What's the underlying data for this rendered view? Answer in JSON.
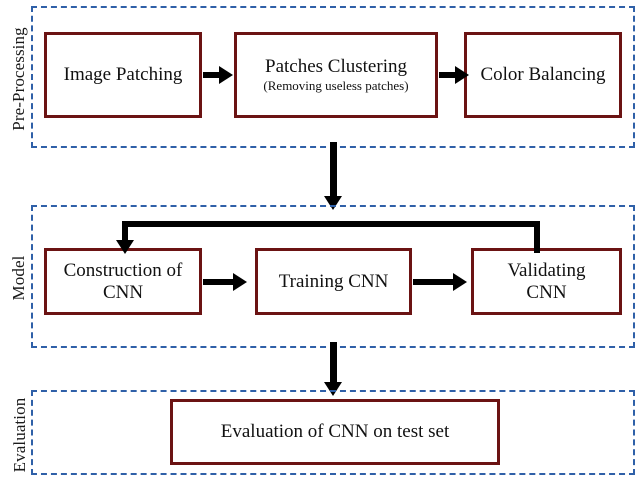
{
  "diagram": {
    "title": "CNN pipeline flowchart",
    "colors": {
      "stage_border": "#2f60a8",
      "box_border": "#6b1313",
      "box_fill": "#ffffff",
      "arrow": "#000000",
      "text": "#111111",
      "background": "#ffffff"
    },
    "stages": [
      {
        "id": "pre-processing",
        "label": "Pre-Processing",
        "boxes": [
          {
            "id": "image-patching",
            "title": "Image Patching",
            "subtitle": ""
          },
          {
            "id": "patches-clustering",
            "title": "Patches Clustering",
            "subtitle": "(Removing useless patches)"
          },
          {
            "id": "color-balancing",
            "title": "Color Balancing",
            "subtitle": ""
          }
        ]
      },
      {
        "id": "model",
        "label": "Model",
        "boxes": [
          {
            "id": "construction-of-cnn",
            "title": "Construction of\nCNN",
            "subtitle": ""
          },
          {
            "id": "training-cnn",
            "title": "Training CNN",
            "subtitle": ""
          },
          {
            "id": "validating-cnn",
            "title": "Validating\nCNN",
            "subtitle": ""
          }
        ]
      },
      {
        "id": "evaluation",
        "label": "Evaluation",
        "boxes": [
          {
            "id": "evaluation-of-cnn-on-test-set",
            "title": "Evaluation of CNN on test set",
            "subtitle": ""
          }
        ]
      }
    ],
    "connectors": [
      {
        "id": "image-patching-to-patches-clustering",
        "type": "arrow-right"
      },
      {
        "id": "patches-clustering-to-color-balancing",
        "type": "arrow-right"
      },
      {
        "id": "pre-processing-to-model",
        "type": "arrow-down"
      },
      {
        "id": "construction-to-training",
        "type": "arrow-right"
      },
      {
        "id": "training-to-validating",
        "type": "arrow-right"
      },
      {
        "id": "validating-feedback-to-construction",
        "type": "loop-arrow-down"
      },
      {
        "id": "model-to-evaluation",
        "type": "arrow-down"
      }
    ]
  }
}
